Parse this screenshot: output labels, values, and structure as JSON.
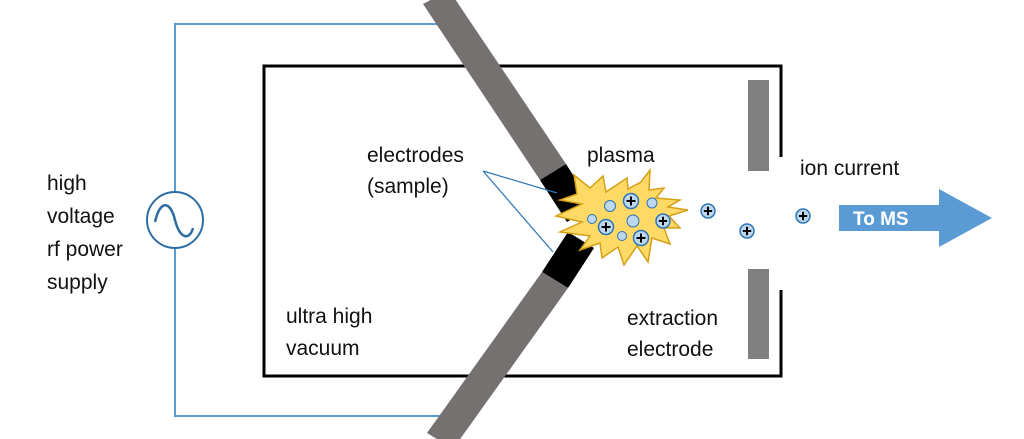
{
  "title": "RF glow discharge ion source schematic",
  "labels": {
    "power_supply": [
      "high",
      "voltage",
      "rf power",
      "supply"
    ],
    "electrodes": [
      "electrodes",
      "(sample)"
    ],
    "plasma": "plasma",
    "vacuum": [
      "ultra high",
      "vacuum"
    ],
    "ion_current": "ion current",
    "extraction": [
      "extraction",
      "electrode"
    ],
    "arrow": "To MS"
  },
  "icons": {
    "power_source": "ac-sine-source-icon",
    "ion": "positive-ion-icon",
    "neutral": "neutral-particle-icon"
  },
  "colors": {
    "wire": "#5b9bd5",
    "source_circle": "#2e6da4",
    "chamber": "#000000",
    "electrode_rod": "#767171",
    "electrode_tip": "#000000",
    "extraction_plate": "#808080",
    "plasma_fill": "#ffd966",
    "plasma_stroke": "#d4a017",
    "particle_fill": "#bdd7ee",
    "particle_stroke": "#2e75b6",
    "arrow_fill": "#5b9bd5"
  }
}
